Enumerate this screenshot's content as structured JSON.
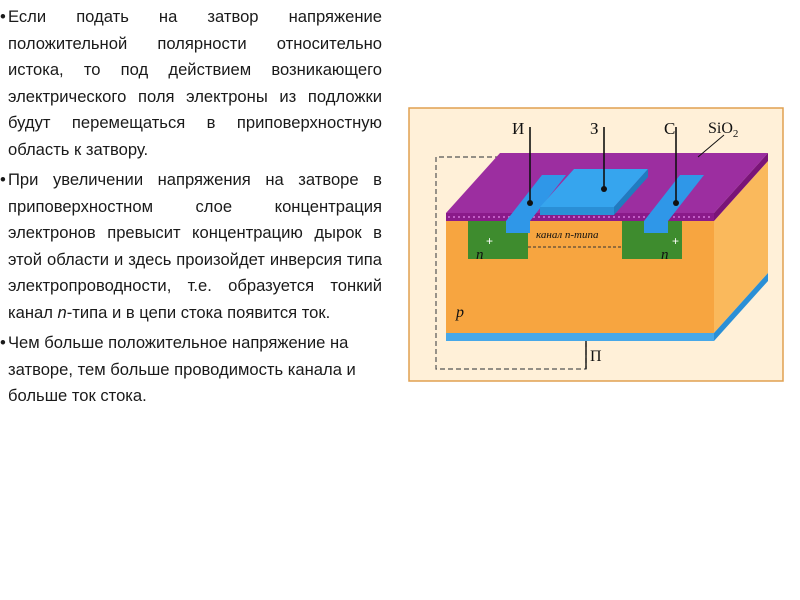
{
  "text": {
    "bullet_symbol": "•",
    "paragraphs": [
      "Если подать на затвор напряжение положительной полярности относительно истока, то под действием возникающего электрического поля электроны из подложки будут перемещаться в приповерхностную область к затвору.",
      "При увеличении напряжения на затворе в приповерхностном слое концентрация электронов превысит концентрацию дырок в этой области и здесь произойдет инверсия типа электропроводности, т.е. образуется тонкий канал n-типа и в цепи стока появится ток.",
      "Чем больше положительное напряжение на затворе, тем больше проводимость канала и больше ток стока."
    ],
    "p2_part1": "При увеличении напряжения на затворе в приповерхностном слое концентрация электронов превысит концентрацию дырок в этой области и здесь произойдет инверсия типа электропроводности, т.е. образуется тонкий канал ",
    "p2_italic": "n",
    "p2_part2": "-типа и в цепи стока появится ток."
  },
  "figure": {
    "labels": {
      "source": "И",
      "gate": "З",
      "drain": "С",
      "oxide": "SiO",
      "oxide_sub": "2",
      "channel": "канал n-типа",
      "n_left": "n",
      "n_right": "n",
      "n_sup": "+",
      "substrate_type": "p",
      "substrate_terminal": "П"
    },
    "colors": {
      "frame_fill": "#fff0d8",
      "frame_border": "#e0a050",
      "substrate_front": "#f7a540",
      "substrate_side": "#fab95c",
      "n_region": "#3e8c2e",
      "contact_metal": "#2f97e8",
      "gate_metal": "#36a5ee",
      "oxide": "#8a1a8a",
      "top_surface": "#9c2ea0",
      "bottom_electrode": "#48a8e8"
    }
  }
}
